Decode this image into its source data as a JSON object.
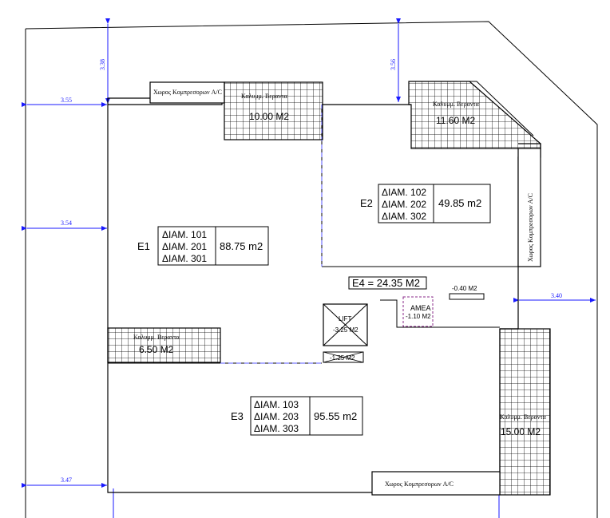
{
  "dimensions": {
    "top_left_vertical": "3.38",
    "top_middle_vertical": "3.56",
    "left_1": "3.55",
    "left_2": "3.54",
    "left_3": "3.47",
    "right_1": "3.40"
  },
  "compressor_areas": {
    "top": "Χωρος Κομπρεσορων  A/C",
    "right": "Χωρος Κομπρεσορων  A/C",
    "bottom": "Χωρος Κομπρεσορων  A/C"
  },
  "verandas": {
    "top_center": {
      "label": "Καλυμμ. Βεραντα",
      "area": "10.00 M2"
    },
    "top_right": {
      "label": "Καλυμμ. Βεραντα",
      "area": "11.60 M2"
    },
    "left": {
      "label": "Καλυμμ. Βεραντα",
      "area": "6.50 M2"
    },
    "bottom_right": {
      "label": "Καλυμμ. Βεραντα",
      "area": "15.00 M2"
    }
  },
  "units": {
    "E1": {
      "name": "E1",
      "apartments": [
        "ΔΙΑΜ. 101",
        "ΔΙΑΜ. 201",
        "ΔΙΑΜ. 301"
      ],
      "area": "88.75 m2"
    },
    "E2": {
      "name": "E2",
      "apartments": [
        "ΔΙΑΜ. 102",
        "ΔΙΑΜ. 202",
        "ΔΙΑΜ. 302"
      ],
      "area": "49.85 m2"
    },
    "E3": {
      "name": "E3",
      "apartments": [
        "ΔΙΑΜ. 103",
        "ΔΙΑΜ. 203",
        "ΔΙΑΜ. 303"
      ],
      "area": "95.55 m2"
    }
  },
  "common": {
    "e4": "E4 = 24.35 M2",
    "small_area": "-0.40 M2",
    "amea_label": "AMEA",
    "amea_area": "-1.10 M2",
    "lift_label": "LIFT",
    "lift_area": "-3.25 M2",
    "shaft_area": "-1.25 M2"
  },
  "colors": {
    "line": "#000000",
    "dimension": "#1a1aff",
    "hidden_line": "#5a5aff",
    "amea": "#8a2a8a"
  }
}
